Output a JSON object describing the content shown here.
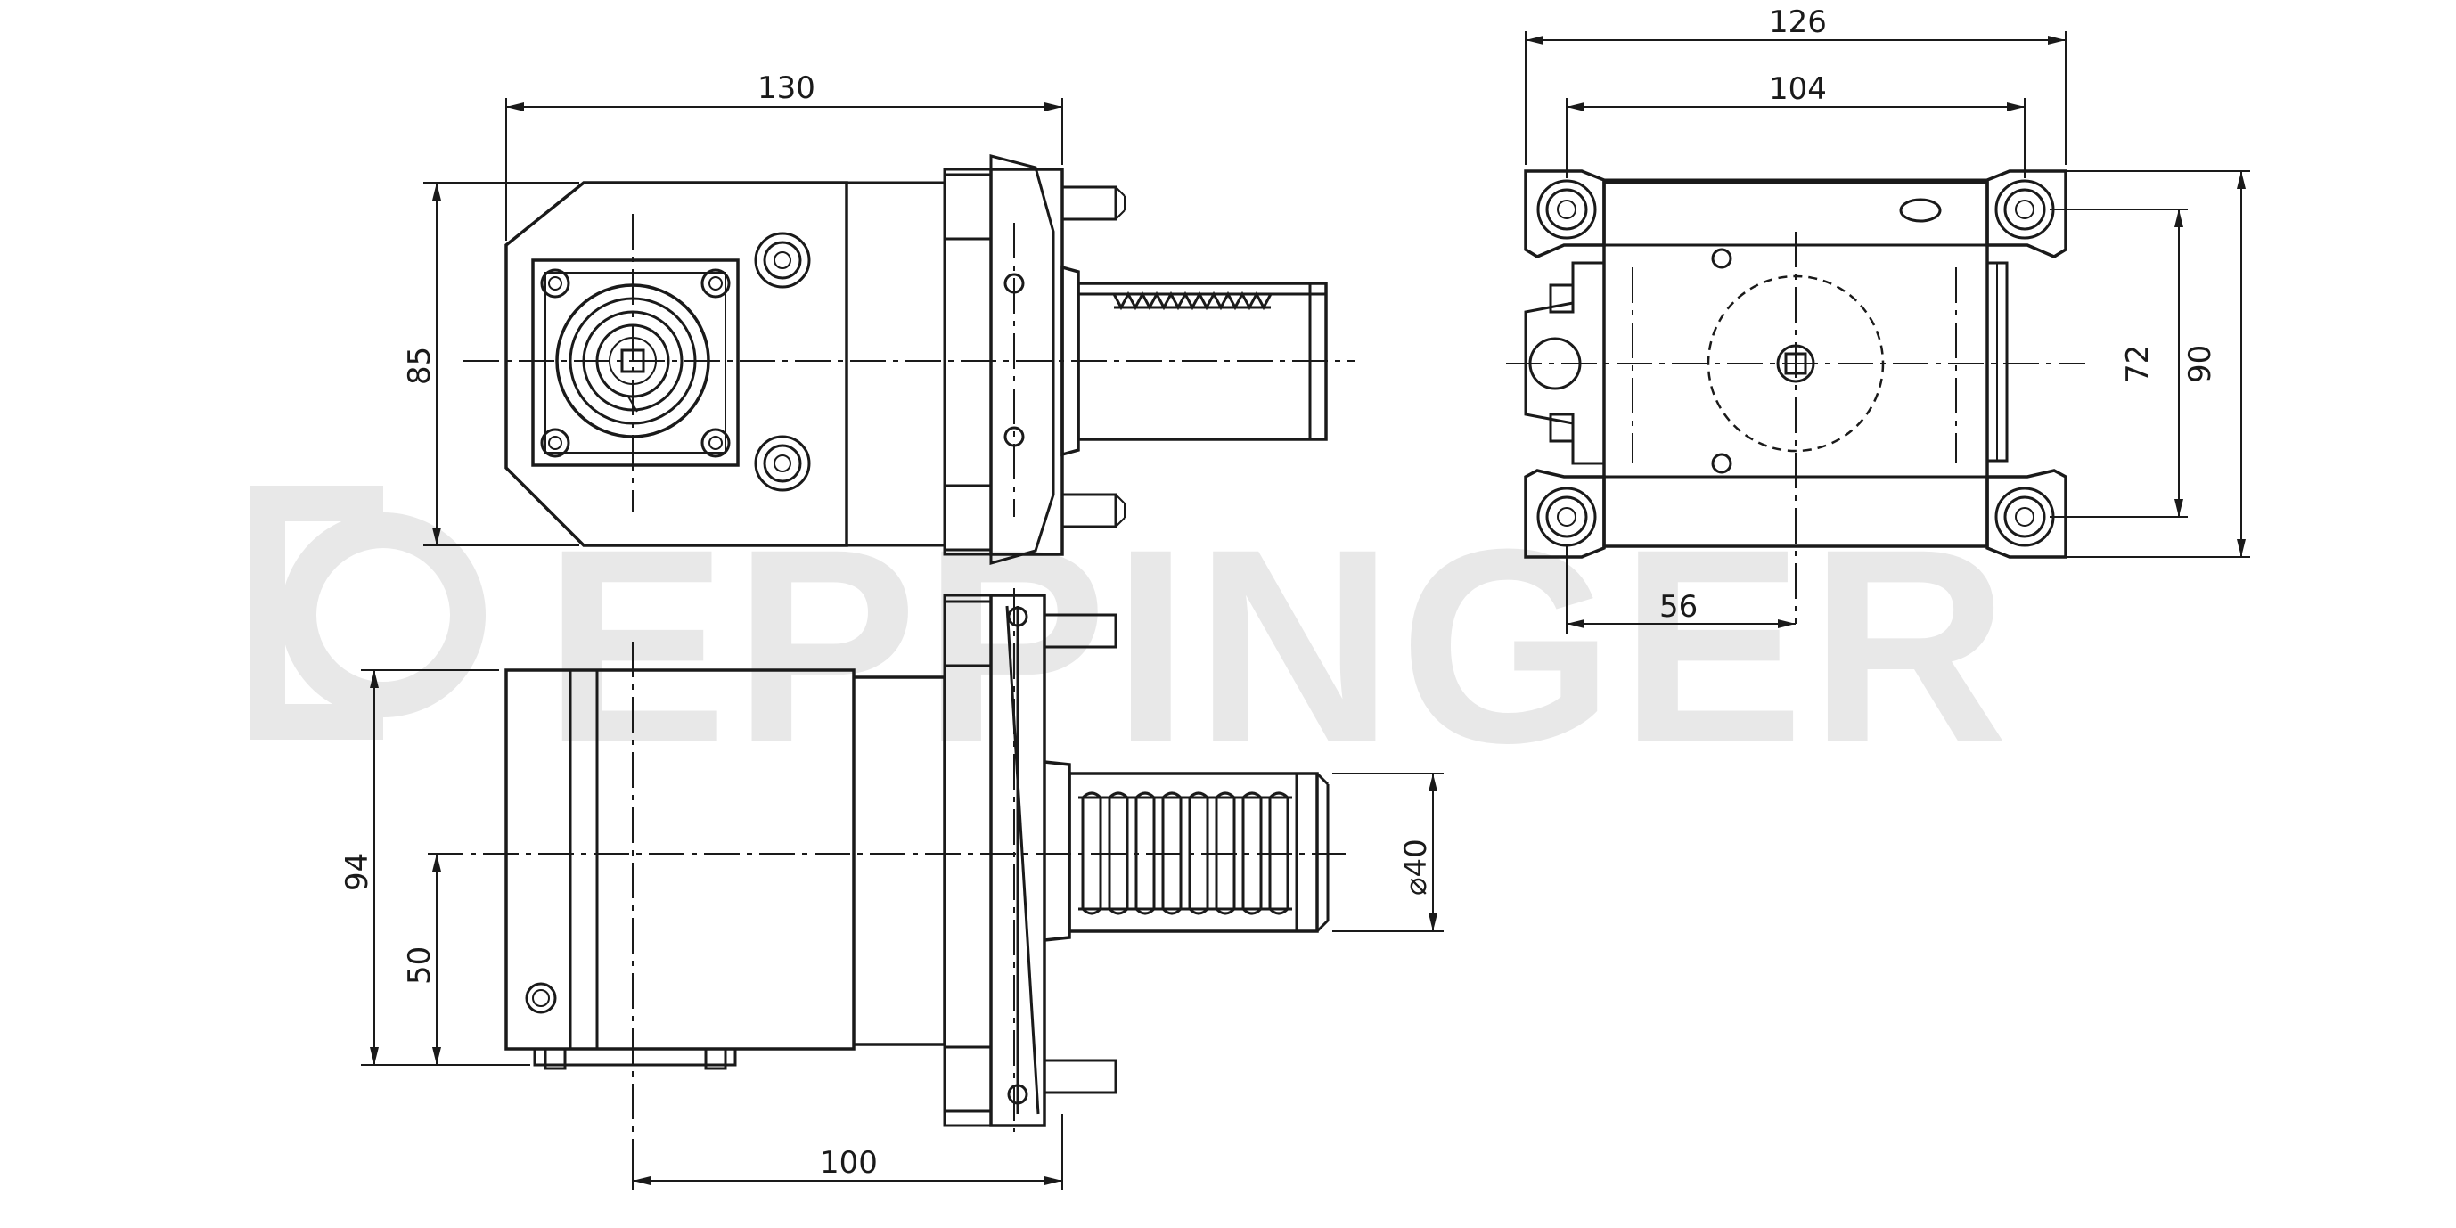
{
  "watermark": {
    "text": "EPPINGER",
    "color": "#e8e8e8"
  },
  "line_color": "#1a1a1a",
  "dimensions": {
    "front_width": "130",
    "front_height": "85",
    "right_width_outer": "126",
    "right_width_inner": "104",
    "right_height_inner": "72",
    "right_height_outer": "90",
    "right_offset": "56",
    "top_height": "94",
    "top_axis": "50",
    "top_diameter": "⌀40",
    "top_length": "100"
  }
}
